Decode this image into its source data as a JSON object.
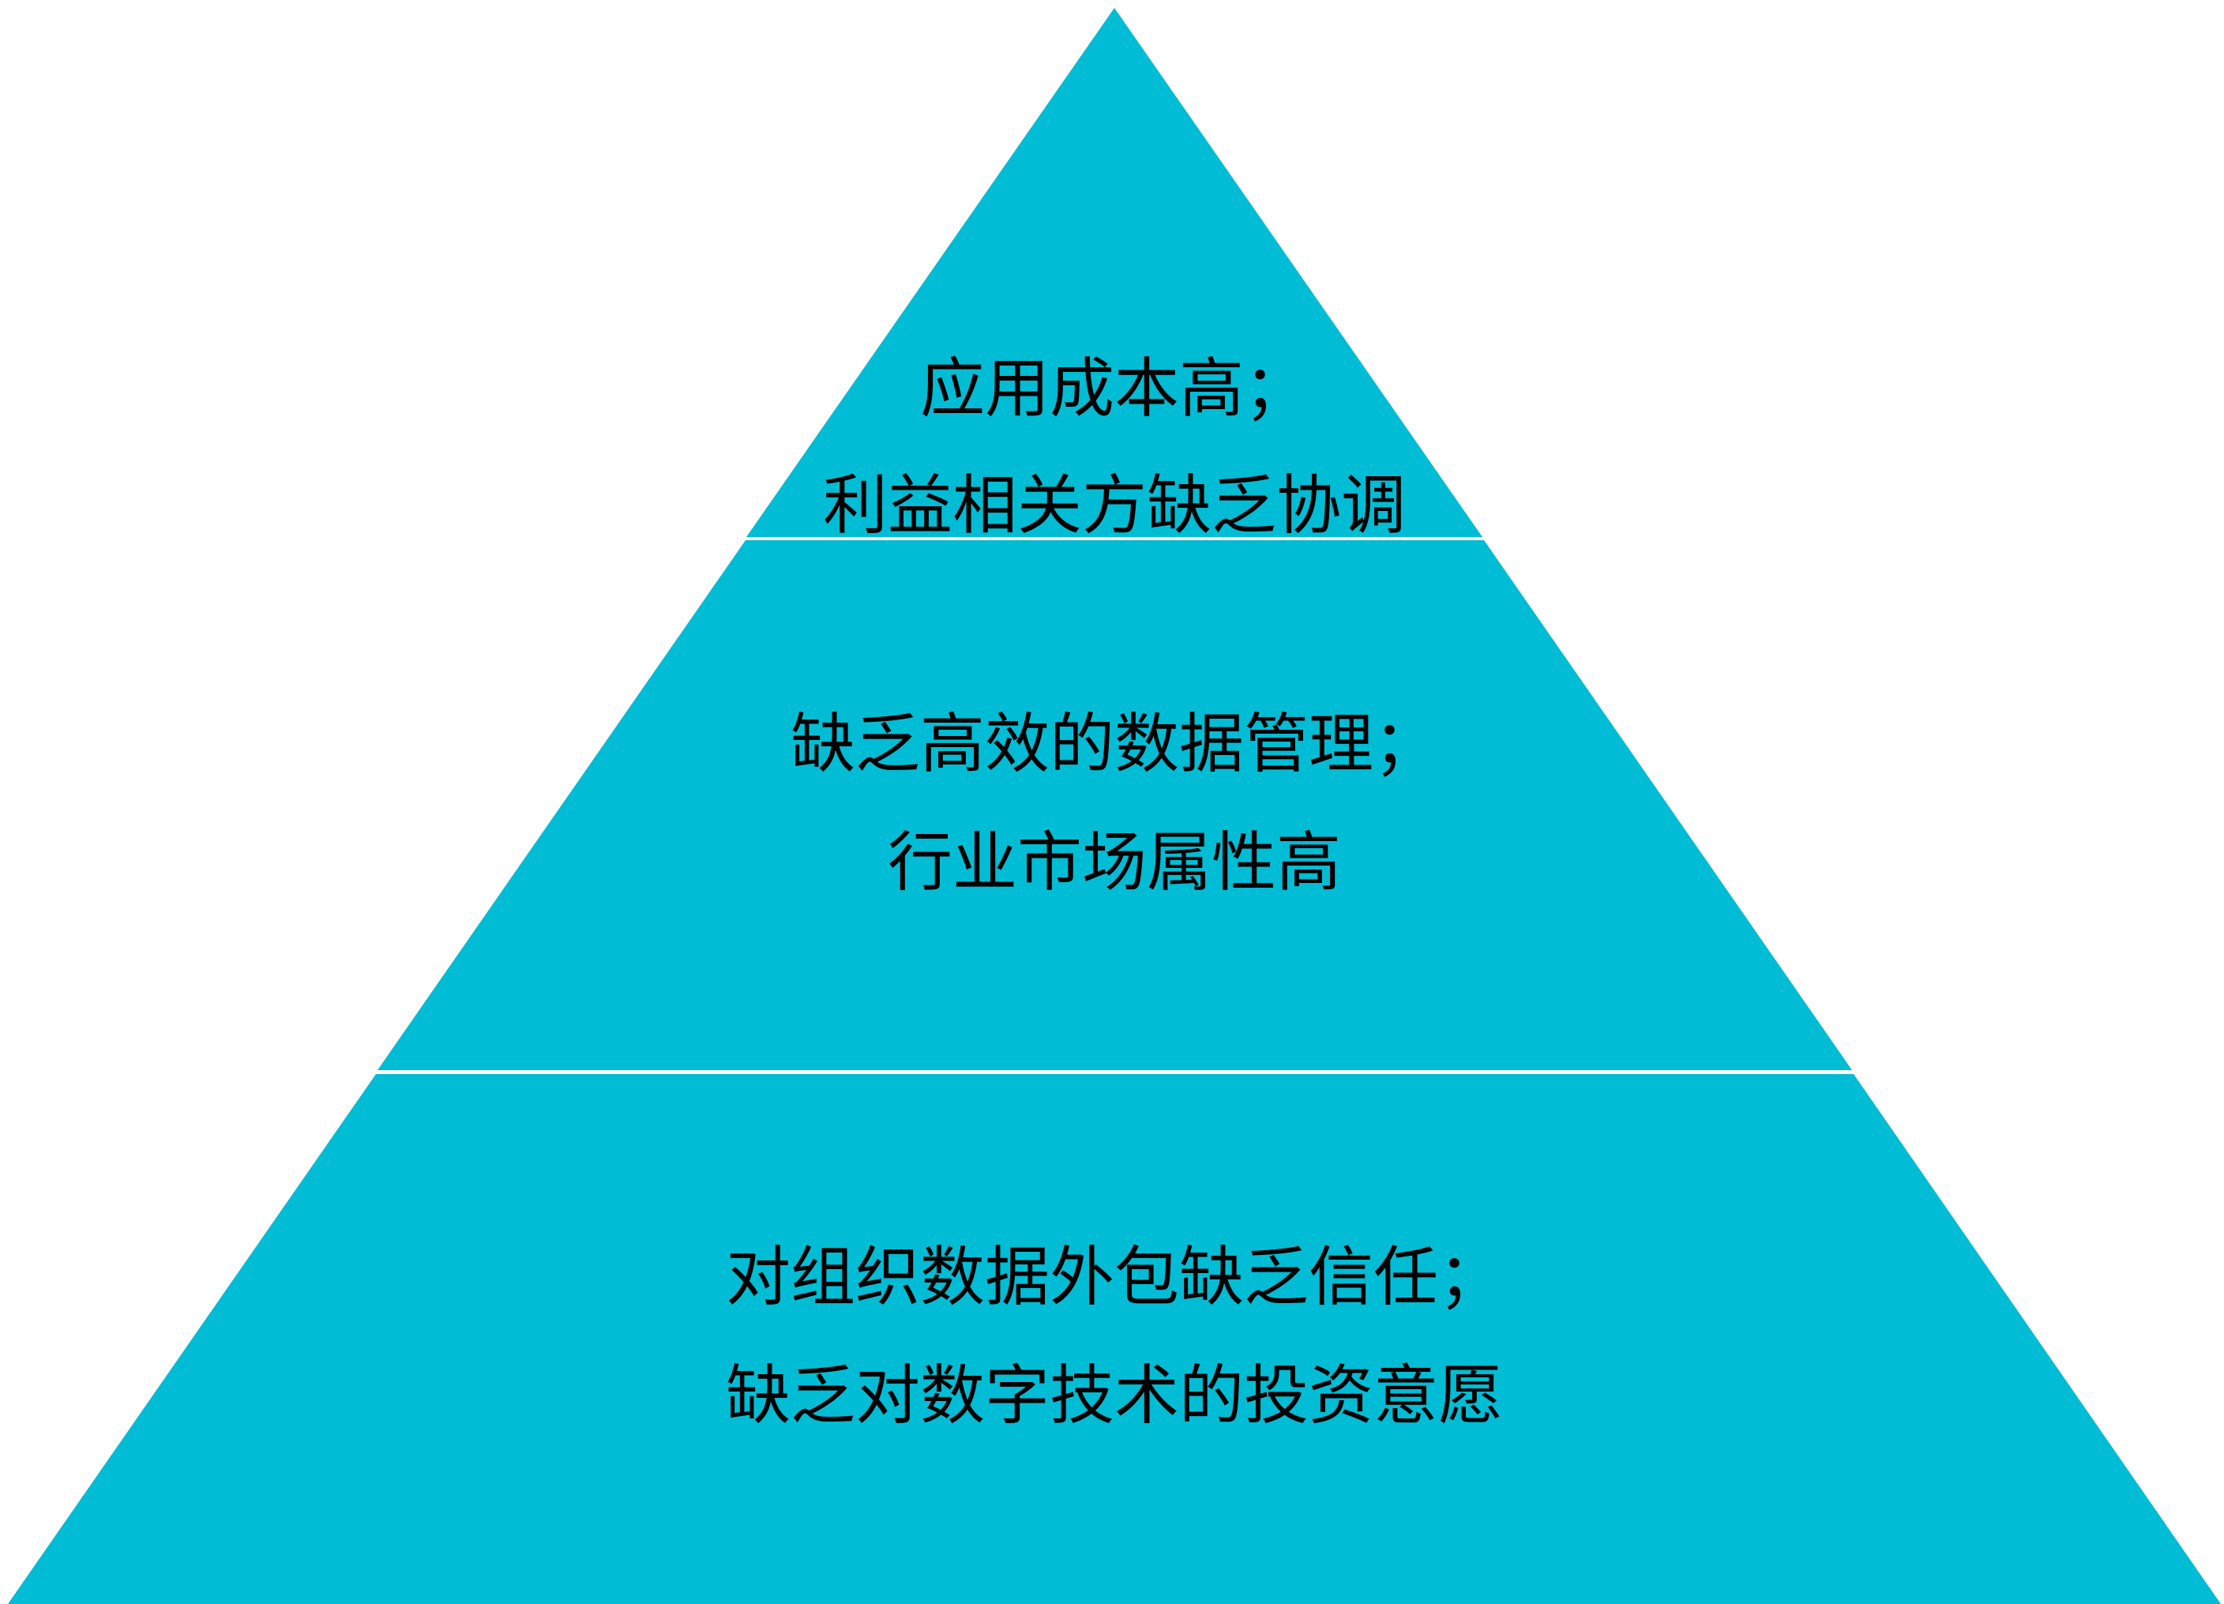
{
  "diagram": {
    "type": "pyramid",
    "fill_color": "#00BCD4",
    "divider_color": "#FFFFFF",
    "tiers": [
      {
        "position": "top",
        "lines": [
          "应用成本高；",
          "利益相关方缺乏协调"
        ]
      },
      {
        "position": "middle",
        "lines": [
          "缺乏高效的数据管理；",
          "行业市场属性高"
        ]
      },
      {
        "position": "bottom",
        "lines": [
          "对组织数据外包缺乏信任；",
          "缺乏对数字技术的投资意愿"
        ]
      }
    ]
  }
}
